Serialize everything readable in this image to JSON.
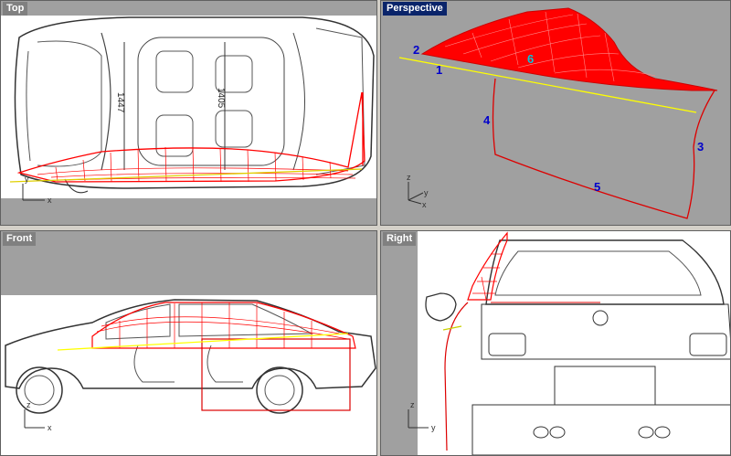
{
  "viewports": {
    "top": {
      "label": "Top"
    },
    "perspective": {
      "label": "Perspective"
    },
    "front": {
      "label": "Front"
    },
    "right": {
      "label": "Right"
    }
  },
  "annotations": {
    "n1": "1",
    "n2": "2",
    "n3": "3",
    "n4": "4",
    "n5": "5",
    "n6": "6"
  },
  "axes": {
    "x": "x",
    "y": "y",
    "z": "z"
  },
  "dimension_labels": {
    "top_left": "1447",
    "top_right": "1405"
  },
  "colors": {
    "surface_red": "#ff0000",
    "curve_yellow": "#ffff00",
    "label_blue": "#0000cc",
    "label_cyan": "#00c8e0",
    "active_title": "#0a246a",
    "viewport_bg": "#a0a0a0"
  }
}
